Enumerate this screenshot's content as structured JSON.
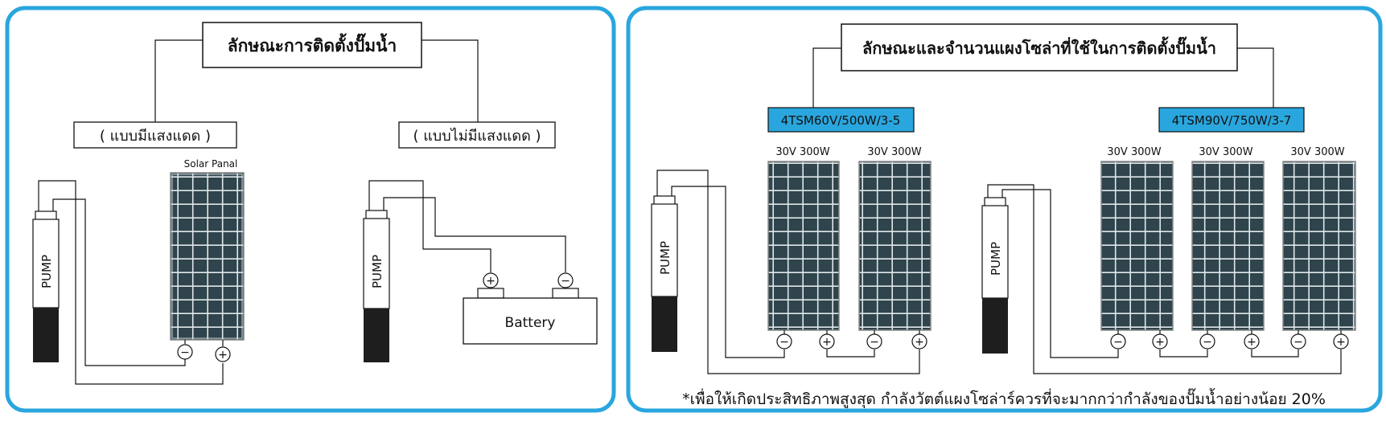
{
  "colors": {
    "frame": "#2aa6de",
    "panel_cell": "#344a52",
    "panel_line": "#e6ecee",
    "pump_dark": "#1e1e1e",
    "label_fill": "#2aa6de"
  },
  "left": {
    "title": "ลักษณะการติดตั้งปั๊มน้ำ",
    "sun_label": "( แบบมีแสงแดด )",
    "nosun_label": "( แบบไม่มีแสงแดด )",
    "panel_caption": "Solar Panal",
    "pump_label": "PUMP",
    "battery_label": "Battery",
    "minus": "−",
    "plus": "+"
  },
  "right": {
    "title": "ลักษณะและจำนวนแผงโซล่าที่ใช้ในการติดตั้งปั๊มน้ำ",
    "model_a": "4TSM60V/500W/3-5",
    "model_b": "4TSM90V/750W/3-7",
    "panel_spec": "30V 300W",
    "pump_label": "PUMP",
    "note": "*เพื่อให้เกิดประสิทธิภาพสูงสุด กำลังวัตต์แผงโซล่าร์ควรที่จะมากกว่ากำลังของปั๊มน้ำอย่างน้อย 20%"
  }
}
